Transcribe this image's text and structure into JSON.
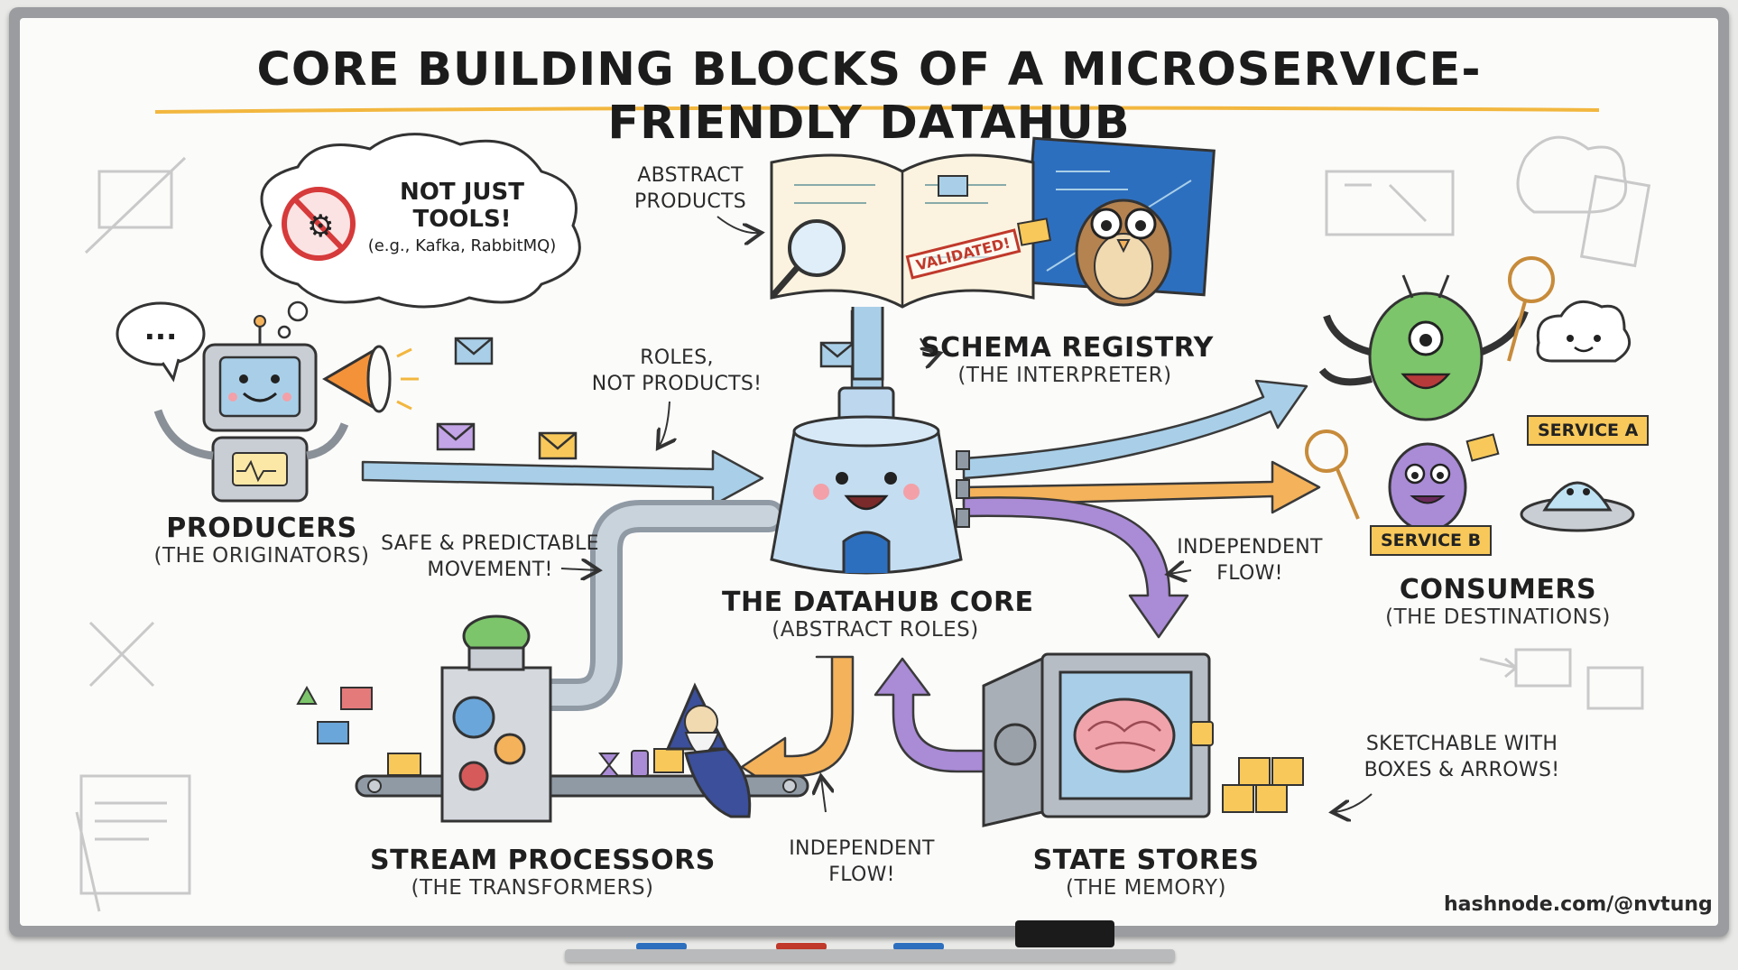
{
  "title": "CORE BUILDING BLOCKS OF A MICROSERVICE-FRIENDLY DATAHUB",
  "nodes": {
    "producers": {
      "title": "PRODUCERS",
      "subtitle": "(THE ORIGINATORS)"
    },
    "schema_registry": {
      "title": "SCHEMA REGISTRY",
      "subtitle": "(THE INTERPRETER)"
    },
    "datahub_core": {
      "title": "THE DATAHUB CORE",
      "subtitle": "(ABSTRACT ROLES)"
    },
    "consumers": {
      "title": "CONSUMERS",
      "subtitle": "(THE DESTINATIONS)"
    },
    "stream_processors": {
      "title": "STREAM PROCESSORS",
      "subtitle": "(THE TRANSFORMERS)"
    },
    "state_stores": {
      "title": "STATE STORES",
      "subtitle": "(THE MEMORY)"
    }
  },
  "thought_bubble": {
    "line1": "NOT JUST",
    "line2": "TOOLS!",
    "line3": "(e.g., Kafka, RabbitMQ)"
  },
  "speech_bubble": "...",
  "annotations": {
    "abstract_products": {
      "line1": "ABSTRACT",
      "line2": "PRODUCTS"
    },
    "roles": {
      "line1": "ROLES,",
      "line2": "NOT PRODUCTS!"
    },
    "safe_movement": {
      "line1": "SAFE & PREDICTABLE",
      "line2": "MOVEMENT!"
    },
    "independent_flow_top": {
      "line1": "INDEPENDENT",
      "line2": "FLOW!"
    },
    "independent_flow_bottom": {
      "line1": "INDEPENDENT",
      "line2": "FLOW!"
    },
    "sketchable": {
      "line1": "SKETCHABLE WITH",
      "line2": "BOXES & ARROWS!"
    }
  },
  "tags": {
    "service_a": "SERVICE A",
    "service_b": "SERVICE B"
  },
  "stamp": "VALIDATED!",
  "credit": "hashnode.com/@nvtung",
  "colors": {
    "flow_blue": "#a9cfe8",
    "flow_orange": "#f4b25a",
    "flow_purple": "#a98bd6",
    "title_underline": "#f2b73f",
    "tag_yellow": "#f8c95a",
    "stamp_red": "#c0392b"
  }
}
